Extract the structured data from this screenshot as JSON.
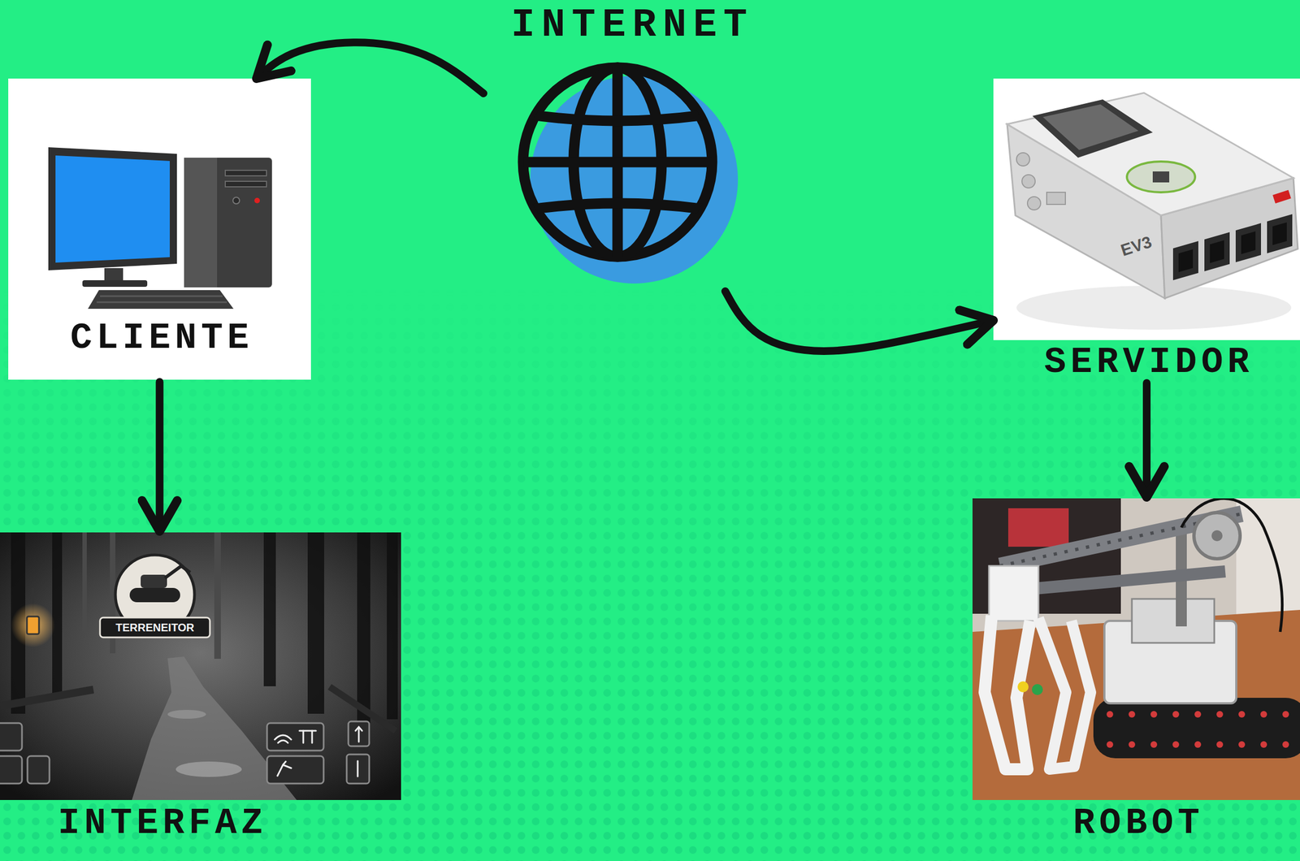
{
  "diagram": {
    "nodes": [
      {
        "text": [
          "INTERNET"
        ]
      },
      {
        "text": [
          "CLIENTE"
        ]
      },
      {
        "text": [
          "SERVIDOR"
        ]
      },
      {
        "text": [
          "INTERFAZ"
        ]
      },
      {
        "text": [
          "ROBOT"
        ]
      }
    ],
    "edges": [
      {
        "from": 0,
        "to": 1,
        "arrow": "to"
      },
      {
        "from": 0,
        "to": 2,
        "arrow": "to"
      },
      {
        "from": 1,
        "to": 3,
        "arrow": "to"
      },
      {
        "from": 2,
        "to": 4,
        "arrow": "to"
      }
    ],
    "labels": [
      "TERRENEITOR",
      "EV3"
    ]
  }
}
